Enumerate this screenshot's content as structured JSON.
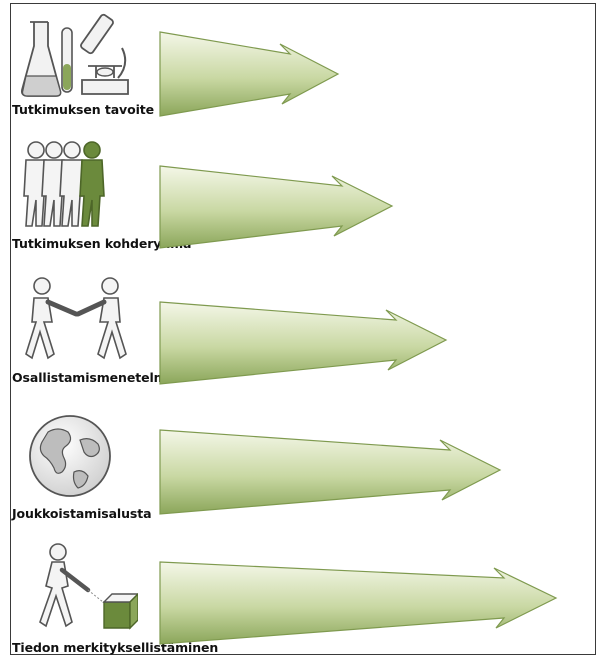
{
  "colors": {
    "arrow_light": "#f2f6e3",
    "arrow_dark": "#8ba65a",
    "arrow_stroke": "#7f9a4f",
    "accent_green": "#6b8a3c",
    "icon_stroke": "#555555",
    "icon_fill": "#f4f4f4",
    "border": "#3a3a3a"
  },
  "rows": [
    {
      "label": "Tutkimuksen tavoite",
      "icon": "lab-flask-microscope-icon",
      "arrow_length": 1
    },
    {
      "label": "Tutkimuksen kohderyhmä",
      "icon": "people-group-icon",
      "arrow_length": 2
    },
    {
      "label": "Osallistamismenetelmä",
      "icon": "handshake-people-icon",
      "arrow_length": 3
    },
    {
      "label": "Joukkoistamisalusta",
      "icon": "globe-icon",
      "arrow_length": 4
    },
    {
      "label": "Tiedon merkityksellistäminen",
      "icon": "person-box-icon",
      "arrow_length": 5
    }
  ]
}
